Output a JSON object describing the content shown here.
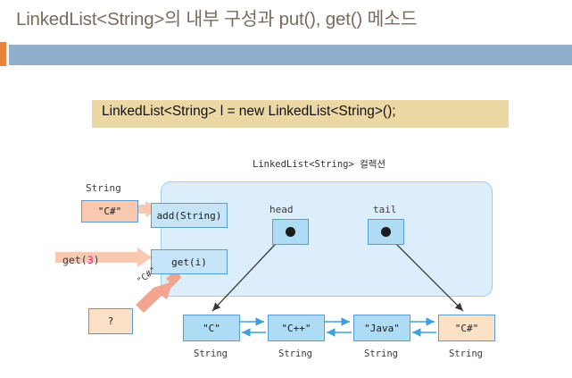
{
  "slide": {
    "title": "LinkedList<String>의 내부 구성과 put(), get() 메소드",
    "accent_color": "#e8833a",
    "header_bar_color": "#8fafcd",
    "title_color": "#7b6a5e"
  },
  "code": {
    "text": "LinkedList<String> l = new LinkedList<String>();",
    "background": "#ecd8a4"
  },
  "diagram": {
    "collection": {
      "title": "LinkedList<String> 컬렉션",
      "background": "#dceefb",
      "border": "#9fcdeb",
      "methods": [
        {
          "label": "add(String)",
          "name": "add-method-box"
        },
        {
          "label": "get(i)",
          "name": "get-method-box"
        }
      ],
      "pointers": [
        {
          "label": "head",
          "name": "head-pointer"
        },
        {
          "label": "tail",
          "name": "tail-pointer"
        }
      ]
    },
    "input": {
      "type_label": "String",
      "value": "\"C#\"",
      "box_color": "#f8c8b0"
    },
    "get_call": {
      "prefix": "get(",
      "index": "3",
      "suffix": ")",
      "index_color": "#ec1c8e",
      "arrow_color": "#f8c8b0"
    },
    "returned": {
      "value": "\"C#\"",
      "result_placeholder": "?",
      "result_box_color": "#fbe2c6"
    },
    "nodes": [
      {
        "value": "\"C\"",
        "type": "String",
        "last": false
      },
      {
        "value": "\"C++\"",
        "type": "String",
        "last": false
      },
      {
        "value": "\"Java\"",
        "type": "String",
        "last": false
      },
      {
        "value": "\"C#\"",
        "type": "String",
        "last": true
      }
    ],
    "node_color": "#aedcf5",
    "last_node_color": "#fbe2c6",
    "link_arrow_color": "#3f9fd8"
  }
}
